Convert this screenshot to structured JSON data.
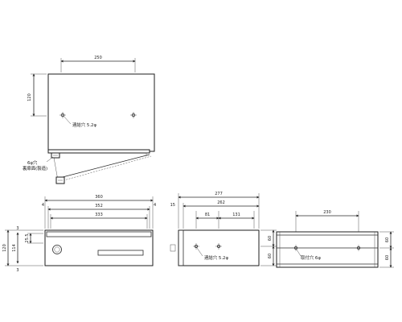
{
  "top_view": {
    "width_dim": "250",
    "height_dim": "120",
    "hole_note": "連結穴 5.2φ",
    "hinge_note_line1": "6φ穴",
    "hinge_note_line2": "裏扉面(製造)"
  },
  "front_view": {
    "overall_dim": "360",
    "inner_dim": "352",
    "opening_dim": "333",
    "edge_dim_left": "4",
    "edge_dim_right": "4",
    "height_dim": "120",
    "inner_height_dim": "114",
    "top_margin_dim": "3",
    "slot_dims": "25.5"
  },
  "side_view": {
    "overall_dim": "277",
    "edge_dim": "15",
    "inner_dim": "262",
    "part_a_dim": "81",
    "part_b_dim": "131",
    "height_dim_top": "60",
    "height_dim_bottom": "60",
    "hole_note": "連結穴 5.2φ"
  },
  "back_view": {
    "width_dim": "230",
    "height_dim_top": "60",
    "height_dim_bottom": "60",
    "hole_note": "取付穴 6φ"
  }
}
